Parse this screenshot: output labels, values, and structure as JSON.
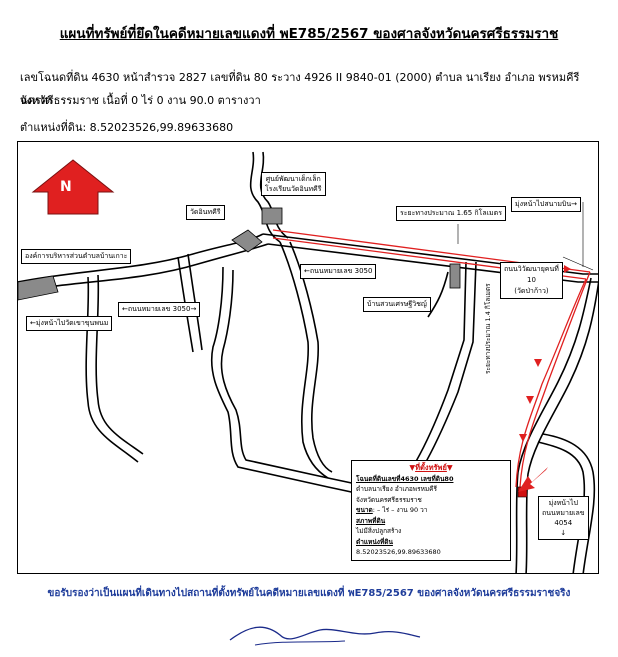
{
  "title": "แผนที่ทรัพย์ที่ยึดในคดีหมายเลขแดงที่ พE785/2567 ของศาลจังหวัดนครศรีธรรมราช",
  "deed_line1": "เลขโฉนดที่ดิน 4630 หน้าสำรวจ 2827 เลขที่ดิน 80 ระวาง 4926 II 9840-01 (2000) ตำบล นาเรียง อำเภอ พรหมคีรี จังหวัด",
  "deed_line2": "นครศรีธรรมราช เนื้อที่ 0 ไร่ 0 งาน 90.0 ตารางวา",
  "position_line": "ตำแหน่งที่ดิน: 8.52023526,99.89633680",
  "map": {
    "north_letter": "N",
    "colors": {
      "route": "#e02020",
      "road": "#000000",
      "building": "#8a8a8a",
      "north_arrow": "#e02020",
      "footer": "#1f3d9b"
    },
    "labels": {
      "health_center_1": "ศูนย์พัฒนาเด็กเล็ก",
      "health_center_2": "โรงเรียนวัดอินทคีรี",
      "wat_inthakhiri": "วัดอินทคีรี",
      "tao": "องค์การบริหารส่วนตำบลบ้านเกาะ",
      "road_3050_a": "←ถนนหมายเลข 3050",
      "road_3050_b": "←ถนนหมายเลข 3050→",
      "to_wat": "←มุ่งหน้าไปวัดเขาขุนพนม",
      "distance_165": "ระยะทางประมาณ 1.65 กิโลเมตร",
      "to_airport": "มุ่งหน้าไปสนามบิน→",
      "ban_suan": "บ้านสวนเศรษฐีวิชญ์",
      "road_vibhavadi_1": "ถนนวิวัฒนายุคนที่",
      "road_vibhavadi_2": "10",
      "road_vibhavadi_3": "(วัดป่าก้าว)",
      "distance_14": "ระยะทางประมาณ 1.4 กิโลเมตร",
      "to_road_1": "มุ่งหน้าไป",
      "to_road_2": "ถนนหมายเลข",
      "to_road_3": "4054",
      "to_road_arrow": "↓"
    },
    "property": {
      "heading": "ที่ตั้งทรัพย์",
      "deed": "โฉนดที่ดินเลขที่4630 เลขที่ดิน80",
      "address1": "ตำบลนาเรียง อำเภอพรหมคีรี",
      "address2": "จังหวัดนครศรีธรรมราช",
      "size_label": "ขนาด",
      "size_value": ": – ไร่ – งาน 90 วา",
      "condition_label": "สภาพที่ดิน",
      "condition_value": "ไม่มีสิ่งปลูกสร้าง",
      "position_label": "ตำแหน่งที่ดิน",
      "position_value": "8.52023526,99.89633680"
    }
  },
  "footer": "ขอรับรองว่าเป็นแผนที่เดินทางไปสถานที่ตั้งทรัพย์ในคดีหมายเลขแดงที่ พE785/2567 ของศาลจังหวัดนครศรีธรรมราชจริง"
}
